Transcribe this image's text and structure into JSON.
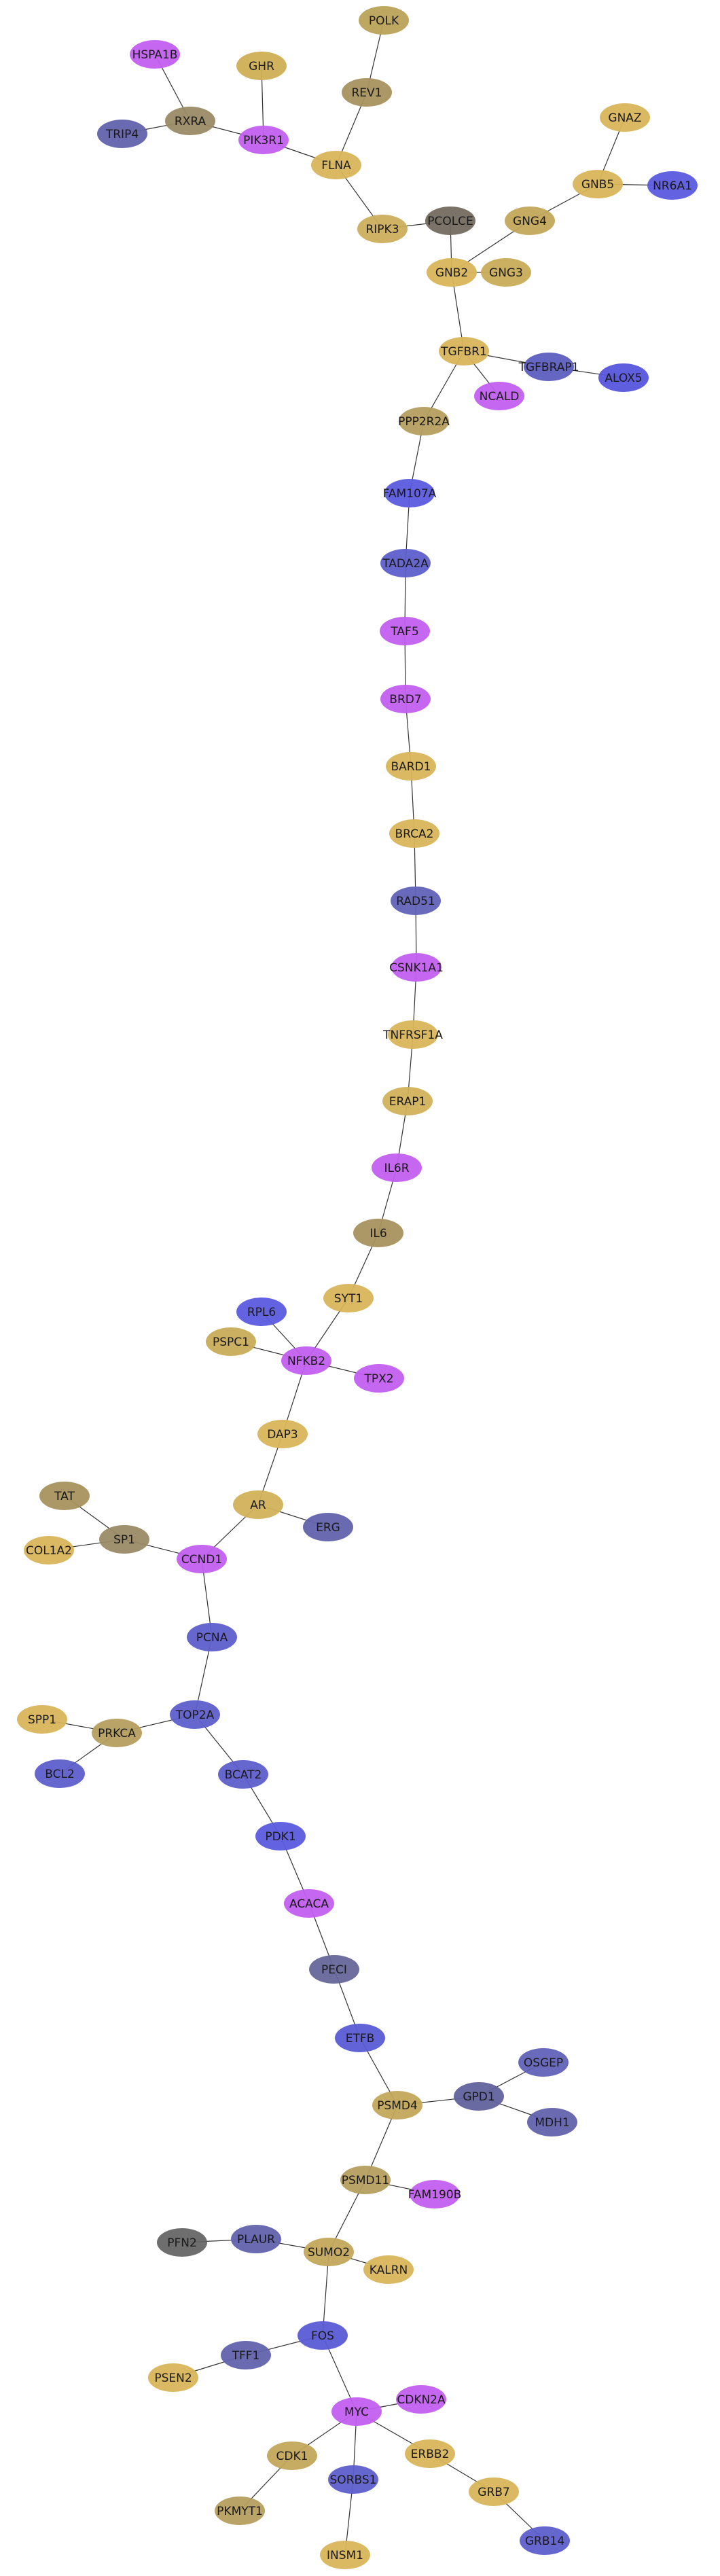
{
  "graph": {
    "nodes": [
      {
        "id": "POLK",
        "label": "POLK",
        "color": "#b9a259"
      },
      {
        "id": "HSPA1B",
        "label": "HSPA1B",
        "color": "#c35ff0"
      },
      {
        "id": "GHR",
        "label": "GHR",
        "color": "#cfaf55"
      },
      {
        "id": "REV1",
        "label": "REV1",
        "color": "#a8915e"
      },
      {
        "id": "RXRA",
        "label": "RXRA",
        "color": "#9a8a66"
      },
      {
        "id": "TRIP4",
        "label": "TRIP4",
        "color": "#6262ac"
      },
      {
        "id": "PIK3R1",
        "label": "PIK3R1",
        "color": "#c35ff0"
      },
      {
        "id": "GNAZ",
        "label": "GNAZ",
        "color": "#d8b55a"
      },
      {
        "id": "FLNA",
        "label": "FLNA",
        "color": "#d8b55a"
      },
      {
        "id": "GNB5",
        "label": "GNB5",
        "color": "#d8b55a"
      },
      {
        "id": "NR6A1",
        "label": "NR6A1",
        "color": "#5b5be0"
      },
      {
        "id": "RIPK3",
        "label": "RIPK3",
        "color": "#cdae5d"
      },
      {
        "id": "PCOLCE",
        "label": "PCOLCE",
        "color": "#746c60"
      },
      {
        "id": "GNG4",
        "label": "GNG4",
        "color": "#c3a75a"
      },
      {
        "id": "GNB2",
        "label": "GNB2",
        "color": "#d8b55a"
      },
      {
        "id": "GNG3",
        "label": "GNG3",
        "color": "#c9ac5a"
      },
      {
        "id": "TGFBR1",
        "label": "TGFBR1",
        "color": "#d8b55a"
      },
      {
        "id": "TGFBRAP1",
        "label": "TGFBRAP1",
        "color": "#5d5dbf"
      },
      {
        "id": "ALOX5",
        "label": "ALOX5",
        "color": "#5555dd"
      },
      {
        "id": "NCALD",
        "label": "NCALD",
        "color": "#c35ff0"
      },
      {
        "id": "PPP2R2A",
        "label": "PPP2R2A",
        "color": "#b59e5e"
      },
      {
        "id": "FAM107A",
        "label": "FAM107A",
        "color": "#5b5be0"
      },
      {
        "id": "TADA2A",
        "label": "TADA2A",
        "color": "#5e5ecc"
      },
      {
        "id": "TAF5",
        "label": "TAF5",
        "color": "#c35ff0"
      },
      {
        "id": "BRD7",
        "label": "BRD7",
        "color": "#c35ff0"
      },
      {
        "id": "BARD1",
        "label": "BARD1",
        "color": "#d8b55a"
      },
      {
        "id": "BRCA2",
        "label": "BRCA2",
        "color": "#d8b55a"
      },
      {
        "id": "RAD51",
        "label": "RAD51",
        "color": "#6262b8"
      },
      {
        "id": "CSNK1A1",
        "label": "CSNK1A1",
        "color": "#c35ff0"
      },
      {
        "id": "TNFRSF1A",
        "label": "TNFRSF1A",
        "color": "#d8b55a"
      },
      {
        "id": "ERAP1",
        "label": "ERAP1",
        "color": "#d2b25a"
      },
      {
        "id": "IL6R",
        "label": "IL6R",
        "color": "#c35ff0"
      },
      {
        "id": "IL6",
        "label": "IL6",
        "color": "#a8915e"
      },
      {
        "id": "SYT1",
        "label": "SYT1",
        "color": "#d8b55a"
      },
      {
        "id": "RPL6",
        "label": "RPL6",
        "color": "#5b5be0"
      },
      {
        "id": "PSPC1",
        "label": "PSPC1",
        "color": "#c9ac5a"
      },
      {
        "id": "NFKB2",
        "label": "NFKB2",
        "color": "#c35ff0"
      },
      {
        "id": "TPX2",
        "label": "TPX2",
        "color": "#c35ff0"
      },
      {
        "id": "DAP3",
        "label": "DAP3",
        "color": "#d8b55a"
      },
      {
        "id": "TAT",
        "label": "TAT",
        "color": "#a8915e"
      },
      {
        "id": "AR",
        "label": "AR",
        "color": "#d2b25a"
      },
      {
        "id": "ERG",
        "label": "ERG",
        "color": "#6262ac"
      },
      {
        "id": "SP1",
        "label": "SP1",
        "color": "#9a8a66"
      },
      {
        "id": "COL1A2",
        "label": "COL1A2",
        "color": "#d8b55a"
      },
      {
        "id": "CCND1",
        "label": "CCND1",
        "color": "#c35ff0"
      },
      {
        "id": "PCNA",
        "label": "PCNA",
        "color": "#5e5ecc"
      },
      {
        "id": "SPP1",
        "label": "SPP1",
        "color": "#d8b55a"
      },
      {
        "id": "TOP2A",
        "label": "TOP2A",
        "color": "#5e5ecc"
      },
      {
        "id": "PRKCA",
        "label": "PRKCA",
        "color": "#b59e5e"
      },
      {
        "id": "BCL2",
        "label": "BCL2",
        "color": "#5e5ecc"
      },
      {
        "id": "BCAT2",
        "label": "BCAT2",
        "color": "#5e5ecc"
      },
      {
        "id": "PDK1",
        "label": "PDK1",
        "color": "#5b5be0"
      },
      {
        "id": "ACACA",
        "label": "ACACA",
        "color": "#c35ff0"
      },
      {
        "id": "PECI",
        "label": "PECI",
        "color": "#66669a"
      },
      {
        "id": "ETFB",
        "label": "ETFB",
        "color": "#5b5bd6"
      },
      {
        "id": "OSGEP",
        "label": "OSGEP",
        "color": "#6262b8"
      },
      {
        "id": "PSMD4",
        "label": "PSMD4",
        "color": "#c3a75a"
      },
      {
        "id": "GPD1",
        "label": "GPD1",
        "color": "#62629e"
      },
      {
        "id": "MDH1",
        "label": "MDH1",
        "color": "#6262ac"
      },
      {
        "id": "PSMD11",
        "label": "PSMD11",
        "color": "#b59e5e"
      },
      {
        "id": "FAM190B",
        "label": "FAM190B",
        "color": "#c35ff0"
      },
      {
        "id": "PFN2",
        "label": "PFN2",
        "color": "#666666"
      },
      {
        "id": "PLAUR",
        "label": "PLAUR",
        "color": "#6262ac"
      },
      {
        "id": "SUMO2",
        "label": "SUMO2",
        "color": "#c3a75a"
      },
      {
        "id": "KALRN",
        "label": "KALRN",
        "color": "#d8b55a"
      },
      {
        "id": "FOS",
        "label": "FOS",
        "color": "#5b5bd6"
      },
      {
        "id": "TFF1",
        "label": "TFF1",
        "color": "#6262ac"
      },
      {
        "id": "PSEN2",
        "label": "PSEN2",
        "color": "#d8b55a"
      },
      {
        "id": "CDKN2A",
        "label": "CDKN2A",
        "color": "#c35ff0"
      },
      {
        "id": "MYC",
        "label": "MYC",
        "color": "#c35ff0"
      },
      {
        "id": "ERBB2",
        "label": "ERBB2",
        "color": "#d8b55a"
      },
      {
        "id": "CDK1",
        "label": "CDK1",
        "color": "#c3a75a"
      },
      {
        "id": "SORBS1",
        "label": "SORBS1",
        "color": "#5e5ecc"
      },
      {
        "id": "GRB7",
        "label": "GRB7",
        "color": "#d8b55a"
      },
      {
        "id": "PKMYT1",
        "label": "PKMYT1",
        "color": "#b59e5e"
      },
      {
        "id": "GRB14",
        "label": "GRB14",
        "color": "#5e5ecc"
      },
      {
        "id": "INSM1",
        "label": "INSM1",
        "color": "#d8b55a"
      }
    ],
    "edges": [
      [
        "POLK",
        "REV1"
      ],
      [
        "REV1",
        "FLNA"
      ],
      [
        "HSPA1B",
        "RXRA"
      ],
      [
        "RXRA",
        "TRIP4"
      ],
      [
        "RXRA",
        "PIK3R1"
      ],
      [
        "GHR",
        "PIK3R1"
      ],
      [
        "PIK3R1",
        "FLNA"
      ],
      [
        "FLNA",
        "RIPK3"
      ],
      [
        "RIPK3",
        "PCOLCE"
      ],
      [
        "PCOLCE",
        "GNB2"
      ],
      [
        "GNAZ",
        "GNB5"
      ],
      [
        "GNB5",
        "NR6A1"
      ],
      [
        "GNB5",
        "GNG4"
      ],
      [
        "GNG4",
        "GNB2"
      ],
      [
        "GNB2",
        "GNG3"
      ],
      [
        "GNB2",
        "TGFBR1"
      ],
      [
        "TGFBR1",
        "TGFBRAP1"
      ],
      [
        "TGFBRAP1",
        "ALOX5"
      ],
      [
        "TGFBR1",
        "NCALD"
      ],
      [
        "TGFBR1",
        "PPP2R2A"
      ],
      [
        "PPP2R2A",
        "FAM107A"
      ],
      [
        "FAM107A",
        "TADA2A"
      ],
      [
        "TADA2A",
        "TAF5"
      ],
      [
        "TAF5",
        "BRD7"
      ],
      [
        "BRD7",
        "BARD1"
      ],
      [
        "BARD1",
        "BRCA2"
      ],
      [
        "BRCA2",
        "RAD51"
      ],
      [
        "RAD51",
        "CSNK1A1"
      ],
      [
        "CSNK1A1",
        "TNFRSF1A"
      ],
      [
        "TNFRSF1A",
        "ERAP1"
      ],
      [
        "ERAP1",
        "IL6R"
      ],
      [
        "IL6R",
        "IL6"
      ],
      [
        "IL6",
        "SYT1"
      ],
      [
        "SYT1",
        "NFKB2"
      ],
      [
        "RPL6",
        "NFKB2"
      ],
      [
        "PSPC1",
        "NFKB2"
      ],
      [
        "NFKB2",
        "TPX2"
      ],
      [
        "NFKB2",
        "DAP3"
      ],
      [
        "DAP3",
        "AR"
      ],
      [
        "AR",
        "ERG"
      ],
      [
        "AR",
        "CCND1"
      ],
      [
        "TAT",
        "SP1"
      ],
      [
        "COL1A2",
        "SP1"
      ],
      [
        "SP1",
        "CCND1"
      ],
      [
        "CCND1",
        "PCNA"
      ],
      [
        "PCNA",
        "TOP2A"
      ],
      [
        "TOP2A",
        "PRKCA"
      ],
      [
        "SPP1",
        "PRKCA"
      ],
      [
        "PRKCA",
        "BCL2"
      ],
      [
        "TOP2A",
        "BCAT2"
      ],
      [
        "BCAT2",
        "PDK1"
      ],
      [
        "PDK1",
        "ACACA"
      ],
      [
        "ACACA",
        "PECI"
      ],
      [
        "PECI",
        "ETFB"
      ],
      [
        "ETFB",
        "PSMD4"
      ],
      [
        "PSMD4",
        "GPD1"
      ],
      [
        "GPD1",
        "OSGEP"
      ],
      [
        "GPD1",
        "MDH1"
      ],
      [
        "PSMD4",
        "PSMD11"
      ],
      [
        "PSMD11",
        "FAM190B"
      ],
      [
        "PSMD11",
        "SUMO2"
      ],
      [
        "PFN2",
        "PLAUR"
      ],
      [
        "PLAUR",
        "SUMO2"
      ],
      [
        "SUMO2",
        "KALRN"
      ],
      [
        "SUMO2",
        "FOS"
      ],
      [
        "FOS",
        "TFF1"
      ],
      [
        "TFF1",
        "PSEN2"
      ],
      [
        "FOS",
        "MYC"
      ],
      [
        "MYC",
        "CDKN2A"
      ],
      [
        "MYC",
        "ERBB2"
      ],
      [
        "ERBB2",
        "GRB7"
      ],
      [
        "GRB7",
        "GRB14"
      ],
      [
        "MYC",
        "CDK1"
      ],
      [
        "CDK1",
        "PKMYT1"
      ],
      [
        "MYC",
        "SORBS1"
      ],
      [
        "SORBS1",
        "INSM1"
      ]
    ]
  }
}
